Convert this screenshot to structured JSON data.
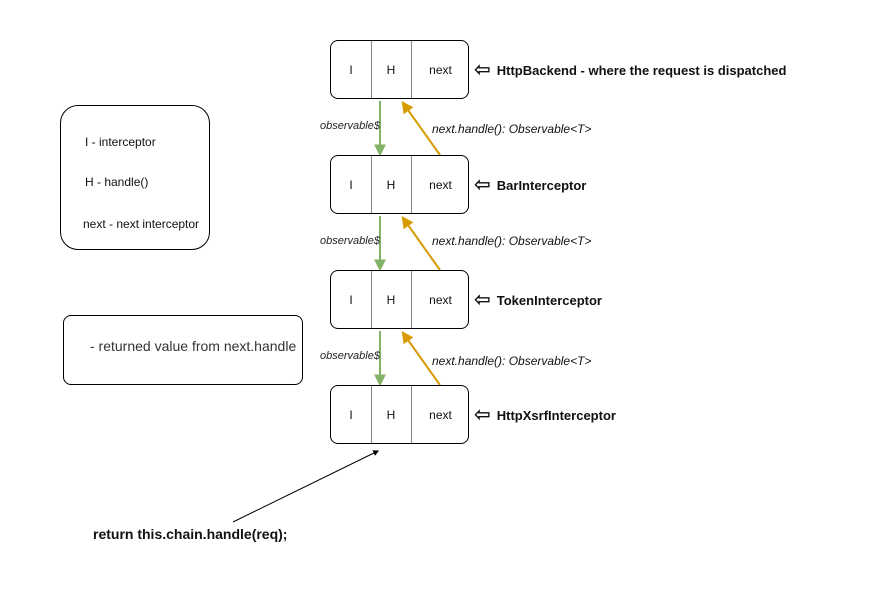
{
  "colors": {
    "down_arrow": "#82b366",
    "up_arrow": "#d79b00",
    "pointer": "#000000"
  },
  "icons": {
    "node_pointer": "hollow-left-arrow-icon"
  },
  "nodes": [
    {
      "cells": [
        "I",
        "H",
        "next"
      ],
      "label": "HttpBackend - where the request is dispatched"
    },
    {
      "cells": [
        "I",
        "H",
        "next"
      ],
      "label": "BarInterceptor"
    },
    {
      "cells": [
        "I",
        "H",
        "next"
      ],
      "label": "TokenInterceptor"
    },
    {
      "cells": [
        "I",
        "H",
        "next"
      ],
      "label": "HttpXsrfInterceptor"
    }
  ],
  "connectors": [
    {
      "down_label": "observable$",
      "up_label": "next.handle(): Observable<T>"
    },
    {
      "down_label": "observable$",
      "up_label": "next.handle(): Observable<T>"
    },
    {
      "down_label": "observable$",
      "up_label": "next.handle(): Observable<T>"
    }
  ],
  "legend_keys": {
    "lines": [
      "I - interceptor",
      "H - handle()",
      "next - next interceptor"
    ]
  },
  "legend_arrow": {
    "text": "- returned value from next.handle"
  },
  "entry": {
    "text": "return this.chain.handle(req);"
  }
}
